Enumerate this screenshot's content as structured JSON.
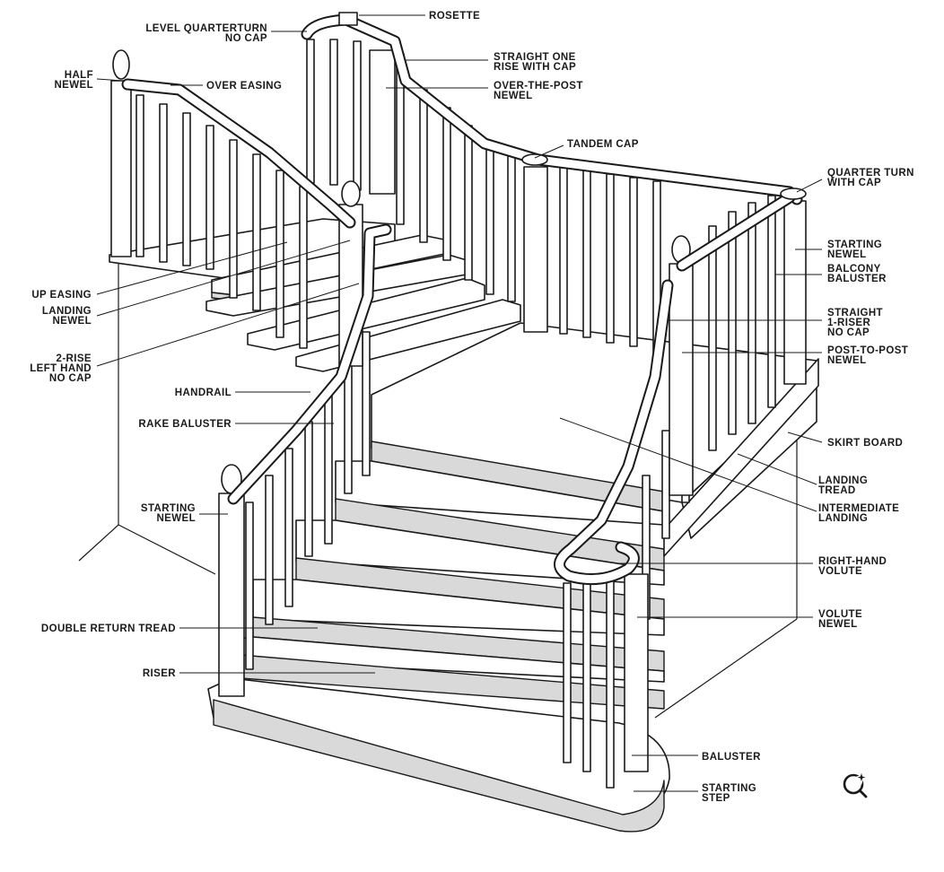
{
  "labels": {
    "rosette": "ROSETTE",
    "level_quarterturn": [
      "LEVEL QUARTERTURN",
      "NO CAP"
    ],
    "straight_one_rise": [
      "STRAIGHT ONE",
      "RISE WITH CAP"
    ],
    "over_the_post": [
      "OVER-THE-POST",
      "NEWEL"
    ],
    "half_newel": [
      "HALF",
      "NEWEL"
    ],
    "over_easing": "OVER EASING",
    "tandem_cap": "TANDEM CAP",
    "quarter_turn": [
      "QUARTER TURN",
      "WITH CAP"
    ],
    "starting_newel_right": [
      "STARTING",
      "NEWEL"
    ],
    "balcony_baluster": [
      "BALCONY",
      "BALUSTER"
    ],
    "straight_1_riser": [
      "STRAIGHT",
      "1-RISER",
      "NO CAP"
    ],
    "post_to_post": [
      "POST-TO-POST",
      "NEWEL"
    ],
    "up_easing": "UP EASING",
    "landing_newel": [
      "LANDING",
      "NEWEL"
    ],
    "two_rise": [
      "2-RISE",
      "LEFT HAND",
      "NO CAP"
    ],
    "handrail": "HANDRAIL",
    "rake_baluster": "RAKE BALUSTER",
    "skirt_board": "SKIRT BOARD",
    "landing_tread": [
      "LANDING",
      "TREAD"
    ],
    "intermediate_landing": [
      "INTERMEDIATE",
      "LANDING"
    ],
    "starting_newel_left": [
      "STARTING",
      "NEWEL"
    ],
    "right_hand_volute": [
      "RIGHT-HAND",
      "VOLUTE"
    ],
    "volute_newel": [
      "VOLUTE",
      "NEWEL"
    ],
    "double_return_tread": "DOUBLE RETURN TREAD",
    "riser": "RISER",
    "baluster": "BALUSTER",
    "starting_step": [
      "STARTING",
      "STEP"
    ]
  },
  "icons": {
    "zoom": "search-sparkle-icon"
  }
}
